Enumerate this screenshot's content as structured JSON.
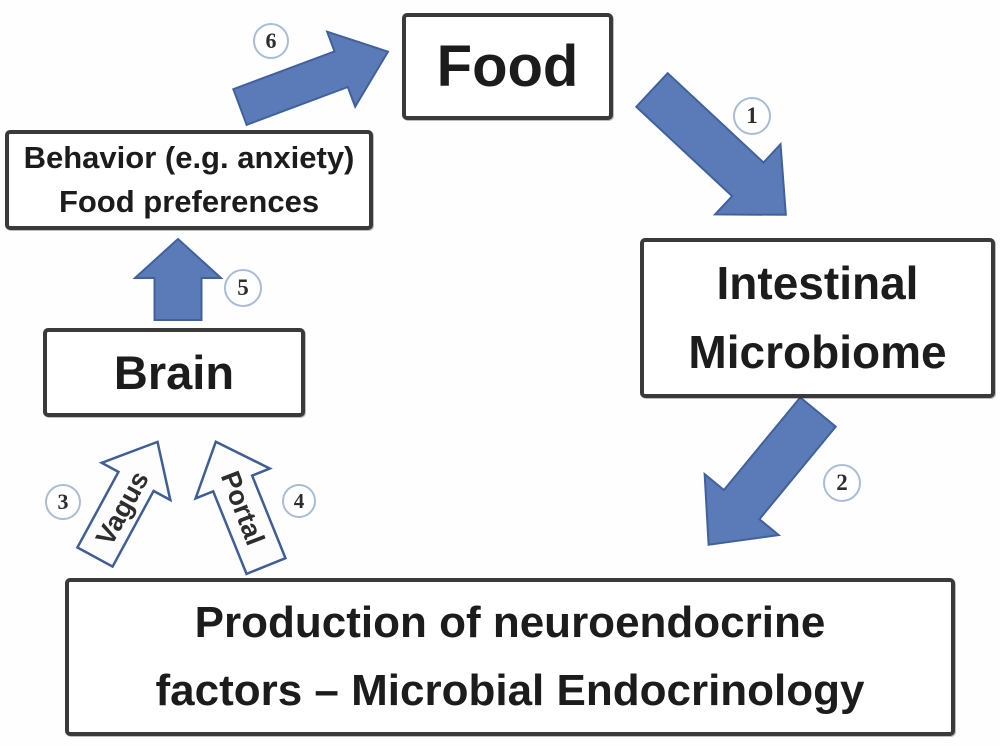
{
  "boxes": {
    "food": {
      "label": "Food"
    },
    "intestinal_microbiome": {
      "lines": [
        "Intestinal",
        "Microbiome"
      ]
    },
    "behavior": {
      "lines": [
        "Behavior (e.g. anxiety)",
        "Food preferences"
      ]
    },
    "brain": {
      "label": "Brain"
    },
    "production": {
      "lines": [
        "Production of neuroendocrine",
        "factors – Microbial Endocrinology"
      ]
    }
  },
  "arrows": {
    "step1": {
      "number": "1"
    },
    "step2": {
      "number": "2"
    },
    "step3": {
      "number": "3",
      "label": "Vagus"
    },
    "step4": {
      "number": "4",
      "label": "Portal"
    },
    "step5": {
      "number": "5"
    },
    "step6": {
      "number": "6"
    }
  },
  "colors": {
    "arrow_fill": "#5b7ab8",
    "arrow_border": "#41619c",
    "outline_arrow_border": "#3f5e96",
    "box_border": "#3a3a3a",
    "badge_border": "#a9bdd6",
    "text": "#1c1c1c"
  }
}
